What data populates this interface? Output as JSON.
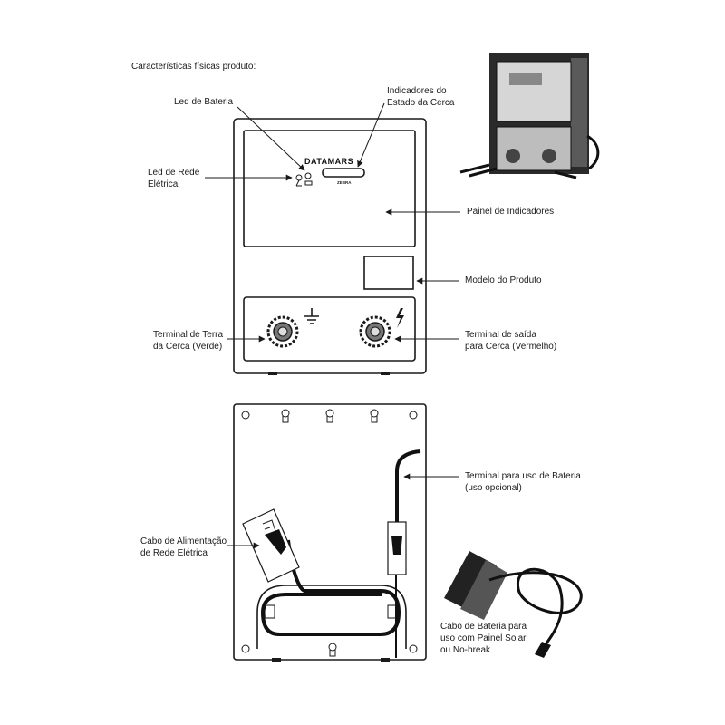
{
  "heading": "Características físicas produto:",
  "front_labels": {
    "led_bateria": "Led de Bateria",
    "indicadores_1": "Indicadores do",
    "indicadores_2": "Estado da Cerca",
    "led_rede_1": "Led de Rede",
    "led_rede_2": "Elétrica",
    "painel": "Painel de Indicadores",
    "modelo": "Modelo do Produto",
    "terra_1": "Terminal de Terra",
    "terra_2": "da Cerca (Verde)",
    "saida_1": "Terminal de saída",
    "saida_2": "para Cerca (Vermelho)"
  },
  "back_labels": {
    "bateria_term_1": "Terminal para uso de Bateria",
    "bateria_term_2": "(uso opcional)",
    "alimentacao_1": "Cabo de Alimentação",
    "alimentacao_2": "de Rede Elétrica",
    "cabo_bat_1": "Cabo de Bateria para",
    "cabo_bat_2": "uso com Painel Solar",
    "cabo_bat_3": "ou No-break"
  },
  "device": {
    "brand": "DATAMARS",
    "sub_brand": "ZEBRA"
  },
  "icons": [
    "ground-symbol-icon",
    "lightning-icon",
    "battery-led-icon",
    "power-led-icon"
  ]
}
